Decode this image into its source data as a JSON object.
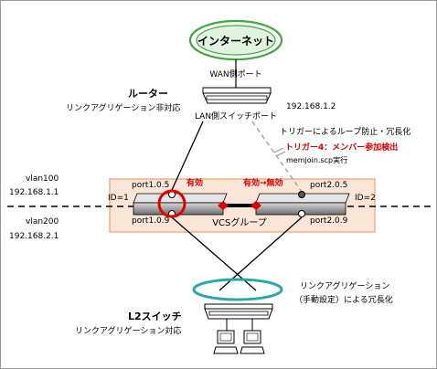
{
  "internet": {
    "label": "インターネット"
  },
  "router": {
    "wan_port_label": "WAN側ポート",
    "ip": "192.168.1.2",
    "title": "ルーター",
    "subtitle": "リンクアグリゲーション非対応",
    "lan_port_label": "LAN側スイッチポート"
  },
  "annotations": {
    "trigger_note": "トリガーによるループ防止・冗長化",
    "trigger_red": "トリガー4：メンバー参加検出",
    "script": "memjoin.scp実行"
  },
  "vlans": [
    {
      "name": "vlan100",
      "ip": "192.168.1.1"
    },
    {
      "name": "vlan200",
      "ip": "192.168.2.1"
    }
  ],
  "vcs": {
    "group_label": "VCSグループ",
    "left_id": "ID=1",
    "right_id": "ID=2",
    "ports": {
      "left_top": "port1.0.5",
      "left_bottom": "port1.0.9",
      "right_top": "port2.0.5",
      "right_bottom": "port2.0.9"
    },
    "status_enabled": "有効",
    "status_transition": "有効→無効"
  },
  "l2switch": {
    "title": "L2スイッチ",
    "subtitle": "リンクアグリゲーション対応",
    "lag_note_line1": "リンクアグリゲーション",
    "lag_note_line2": "（手動設定）による冗長化"
  },
  "colors": {
    "cloud_green": "#3faa3f",
    "vcs_box_fill": "#fbe5d6",
    "vcs_box_border": "#f0b08a",
    "lag_ring": "#2aa7a7",
    "alert_red": "#e00000",
    "switch_gray": "#8a8a8a"
  }
}
